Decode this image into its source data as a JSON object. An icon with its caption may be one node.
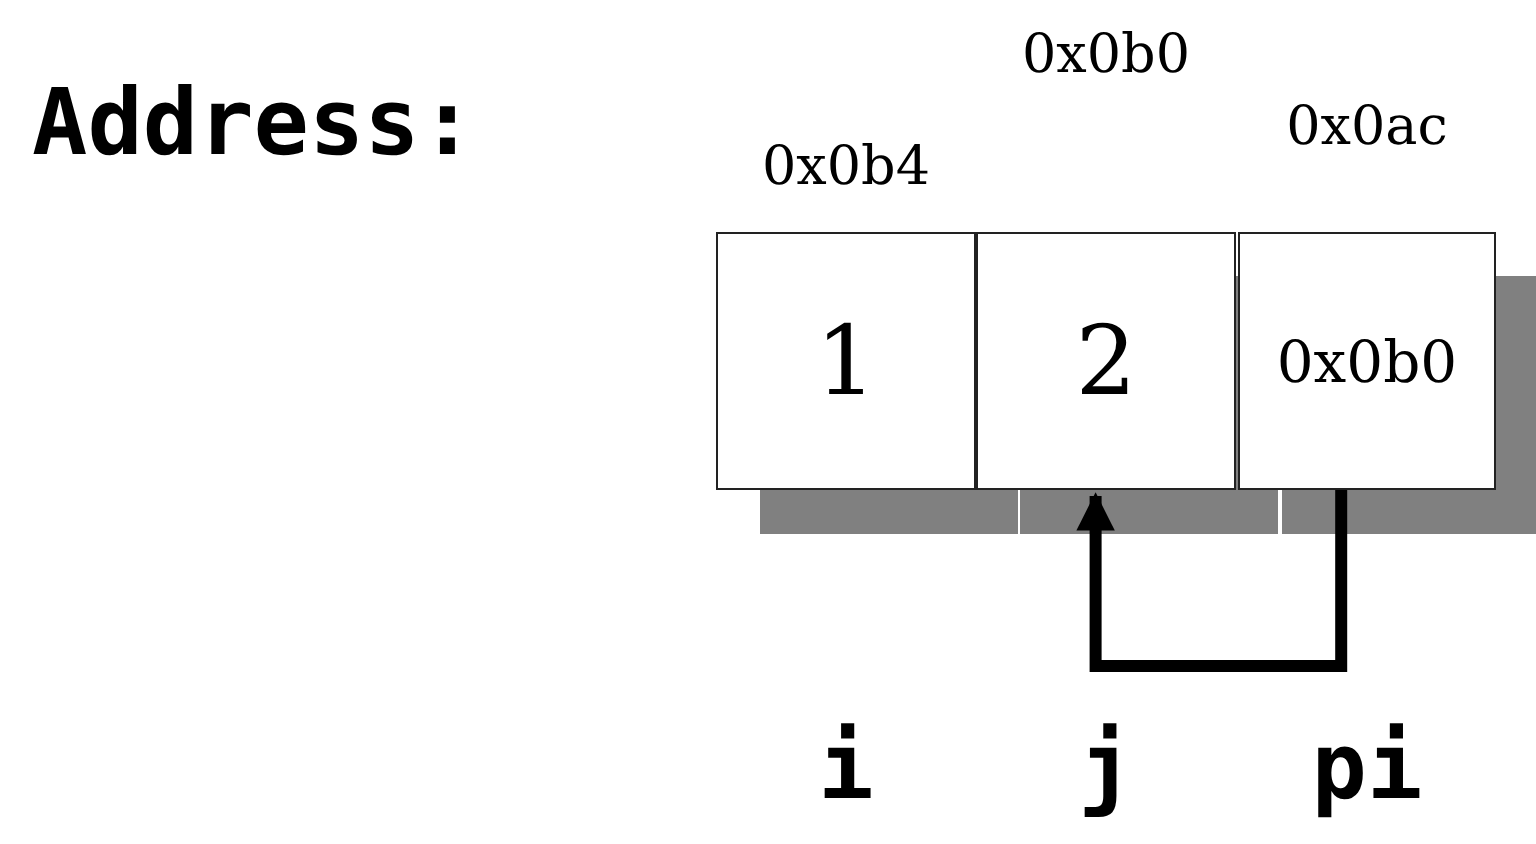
{
  "diagram": {
    "nodes": [
      {
        "text": [
          "1"
        ],
        "beside": [
          "0x0b4",
          "i"
        ]
      },
      {
        "text": [
          "2"
        ],
        "beside": [
          "0x0b0",
          "j"
        ]
      },
      {
        "text": [
          "0x0b0"
        ],
        "beside": [
          "0x0ac",
          "pi"
        ]
      }
    ],
    "edges": [
      {
        "from": 2,
        "to": 1,
        "arrow": "to"
      }
    ],
    "labels": [
      "Address:"
    ]
  }
}
